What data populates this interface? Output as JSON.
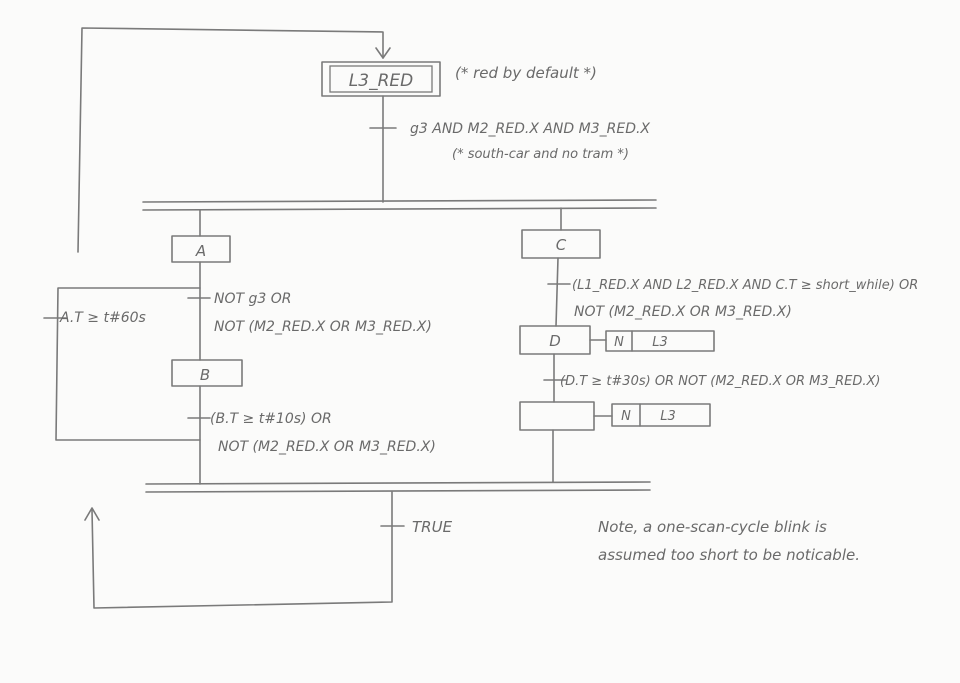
{
  "initial_step": {
    "label": "L3_RED",
    "comment": "(* red by default *)"
  },
  "transition_1": {
    "line1": "g3 AND M2_RED.X AND M3_RED.X",
    "line2": "(* south-car and no tram *)"
  },
  "steps": {
    "a": "A",
    "b": "B",
    "c": "C",
    "d": "D",
    "e": ""
  },
  "transitions": {
    "a_to_b": {
      "line1": "NOT g3 OR",
      "line2": "NOT (M2_RED.X OR M3_RED.X)"
    },
    "a_loop": "A.T ≥ t#60s",
    "b_out": {
      "line1": "(B.T ≥ t#10s) OR",
      "line2": "NOT (M2_RED.X OR M3_RED.X)"
    },
    "c_to_d": {
      "line1": "(L1_RED.X AND L2_RED.X AND C.T ≥ short_while) OR",
      "line2": "NOT (M2_RED.X OR M3_RED.X)"
    },
    "d_out": "(D.T ≥ t#30s) OR NOT (M2_RED.X OR M3_RED.X)",
    "final": "TRUE"
  },
  "actions": {
    "d": {
      "qualifier": "N",
      "variable": "L3"
    },
    "e": {
      "qualifier": "N",
      "variable": "L3"
    }
  },
  "note": {
    "line1": "Note, a one-scan-cycle blink is",
    "line2": "assumed too short to be noticable."
  }
}
